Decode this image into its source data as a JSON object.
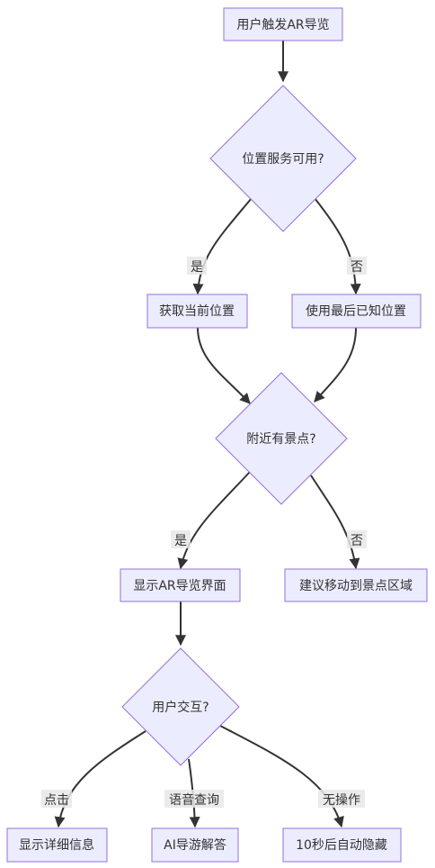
{
  "nodes": {
    "start": "用户触发AR导览",
    "location_check": "位置服务可用?",
    "get_location": "获取当前位置",
    "last_location": "使用最后已知位置",
    "nearby_check": "附近有景点?",
    "show_ar": "显示AR导览界面",
    "suggest_move": "建议移动到景点区域",
    "interaction_check": "用户交互?",
    "show_detail": "显示详细信息",
    "ai_answer": "AI导游解答",
    "auto_hide": "10秒后自动隐藏"
  },
  "edges": {
    "loc_yes": "是",
    "loc_no": "否",
    "nearby_yes": "是",
    "nearby_no": "否",
    "click": "点击",
    "voice": "语音查询",
    "none": "无操作"
  },
  "colors": {
    "node_fill": "#ececff",
    "node_stroke": "#9370db",
    "edge": "#333333",
    "label_bg": "#e8e8e8"
  }
}
